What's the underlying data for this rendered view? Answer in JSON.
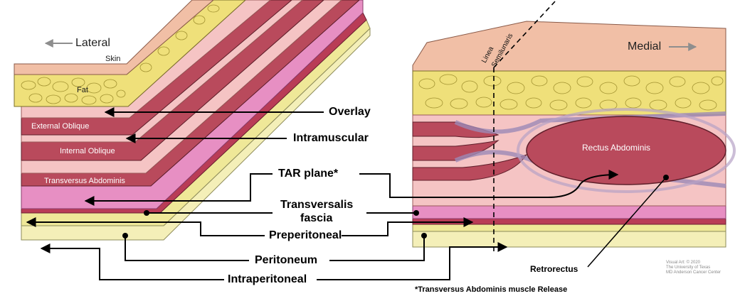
{
  "directions": {
    "lateral": "Lateral",
    "medial": "Medial"
  },
  "layers": {
    "skin": "Skin",
    "fat": "Fat",
    "external_oblique": "External Oblique",
    "internal_oblique": "Internal Oblique",
    "transversus_abdominis": "Transversus Abdominis",
    "rectus_abdominis": "Rectus Abdominis",
    "linea_line1": "Linea",
    "linea_line2": "Semilunaris"
  },
  "planes": {
    "overlay": "Overlay",
    "intramuscular": "Intramuscular",
    "tar_plane": "TAR plane*",
    "transversalis_line1": "Transversalis",
    "transversalis_line2": "fascia",
    "preperitoneal": "Preperitoneal",
    "peritoneum": "Peritoneum",
    "intraperitoneal": "Intraperitoneal",
    "retrorectus": "Retrorectus"
  },
  "footnote": "*Transversus Abdominis muscle Release",
  "credit": {
    "line1": "Visual Art: © 2020",
    "line2": "The University of Texas",
    "line3": "MD Anderson Cancer Center"
  },
  "colors": {
    "skin": "#f1bfa6",
    "fat": "#efe07a",
    "muscle": "#b94a5c",
    "fascia": "#f5c4c4",
    "posterior": "#e78fc3",
    "peritoneum": "#f4efb8",
    "arrow": "#000000"
  }
}
